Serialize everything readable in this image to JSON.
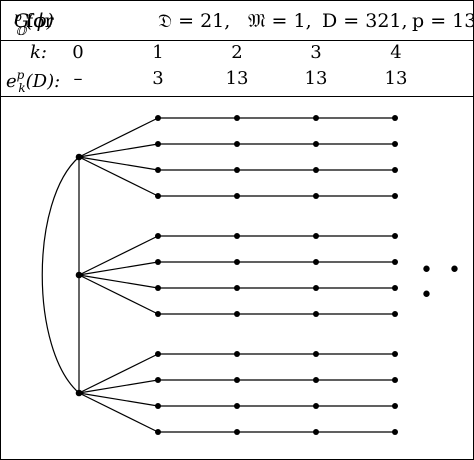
{
  "header": {
    "graph_symbol": "G",
    "graph_sup": "p",
    "graph_sub": "𝕆",
    "graph_arg": "(ϕ)",
    "for_word": "for",
    "frak_d": "𝔇 = 21,",
    "frak_m": "𝔐 = 1,",
    "d_value": "D = 321,",
    "p_value": "p = 13"
  },
  "table": {
    "k_label": "k:",
    "e_label": "e",
    "e_sup": "p",
    "e_sub": "k",
    "e_arg": "(D):",
    "k_values": [
      "0",
      "1",
      "2",
      "3",
      "4"
    ],
    "e_values": [
      "–",
      "3",
      "13",
      "13",
      "13"
    ]
  },
  "continuation": "• • •"
}
